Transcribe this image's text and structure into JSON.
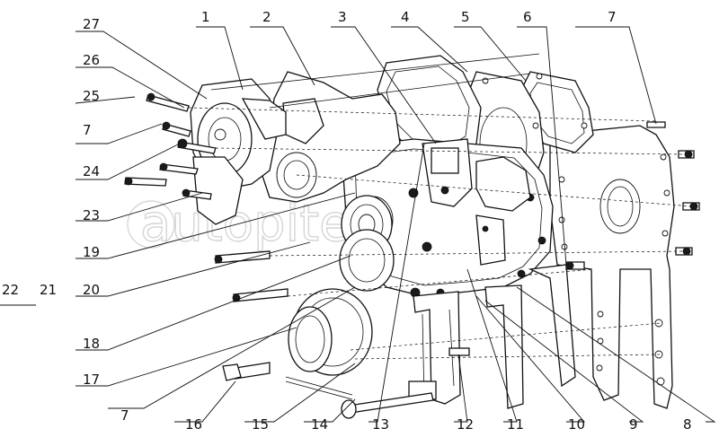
{
  "watermark": "autopiter.ru",
  "labels": {
    "p1": "1",
    "p2": "2",
    "p3": "3",
    "p4": "4",
    "p5": "5",
    "p6": "6",
    "p7a": "7",
    "p27": "27",
    "p26": "26",
    "p25": "25",
    "p7b": "7",
    "p24": "24",
    "p23": "23",
    "p19": "19",
    "p22": "22",
    "p21": "21",
    "p20": "20",
    "p18": "18",
    "p17": "17",
    "p7c": "7",
    "p16": "16",
    "p15": "15",
    "p14": "14",
    "p13": "13",
    "p12": "12",
    "p11": "11",
    "p10": "10",
    "p9": "9",
    "p8": "8"
  }
}
